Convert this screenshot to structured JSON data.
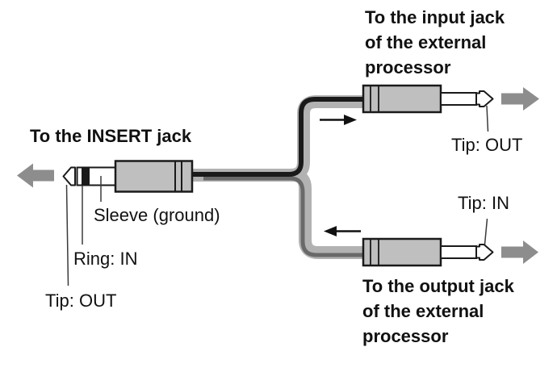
{
  "labels": {
    "insert_jack": "To the INSERT jack",
    "input_jack_lines": [
      "To the input jack",
      "of the external",
      "processor"
    ],
    "output_jack_lines": [
      "To the output jack",
      "of the external",
      "processor"
    ],
    "sleeve": "Sleeve (ground)",
    "ring": "Ring: IN",
    "tip_insert": "Tip: OUT",
    "tip_input": "Tip: OUT",
    "tip_output": "Tip: IN"
  },
  "colors": {
    "background": "#ffffff",
    "text": "#111111",
    "cable_gray": "#b2b2b2",
    "cable_core_black": "#1a1a1a",
    "cable_core_dark_gray": "#696969",
    "plug_body_gray": "#bfbfbf",
    "plug_shaft_white": "#ffffff",
    "plug_outline": "#1a1a1a",
    "direction_arrow_gray": "#8d8d8d",
    "flow_arrow_black": "#111111",
    "leader_line": "#3a3a3a"
  }
}
